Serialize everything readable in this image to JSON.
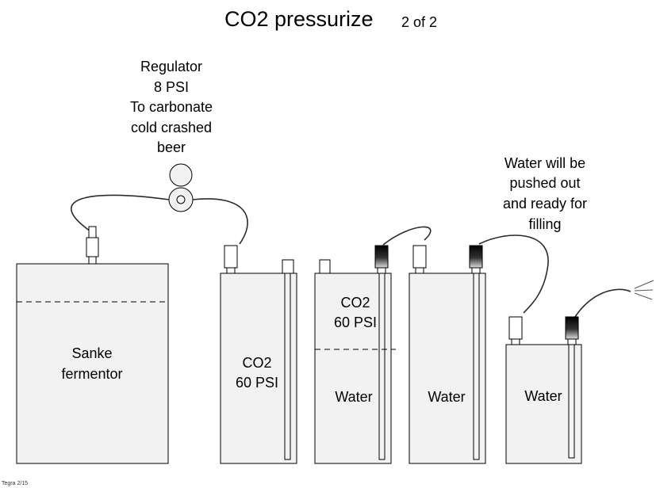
{
  "title": "CO2 pressurize",
  "page_indicator": "2 of 2",
  "regulator_label": [
    "Regulator",
    "8 PSI",
    "To carbonate",
    "cold crashed",
    "beer"
  ],
  "water_note": [
    "Water will be",
    "pushed out",
    "and ready for",
    "filling"
  ],
  "fermentor_label": [
    "Sanke",
    "fermentor"
  ],
  "keg1_label": [
    "CO2",
    "60 PSI"
  ],
  "keg2_top_label": [
    "CO2",
    "60 PSI"
  ],
  "keg2_bottom_label": "Water",
  "keg3_label": "Water",
  "keg4_label": "Water",
  "footer": "Tegra 2/15",
  "colors": {
    "keg_fill": "#f2f2f2",
    "outline": "#000000",
    "hose": "#2b2b2b"
  }
}
